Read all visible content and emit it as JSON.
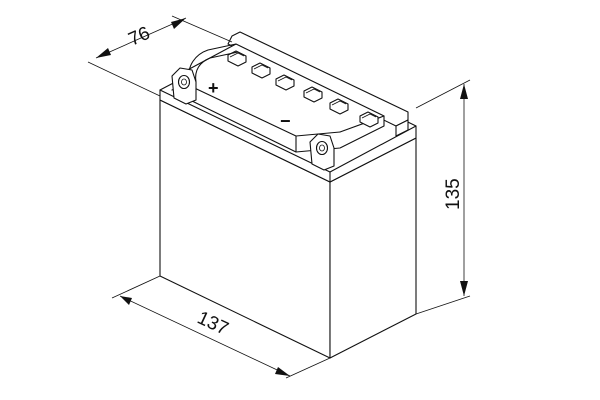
{
  "diagram": {
    "subject": "battery",
    "dimensions": {
      "depth": "76",
      "height": "135",
      "length": "137"
    },
    "terminals": {
      "positive": "+",
      "negative": "−"
    },
    "colors": {
      "outline": "#111111",
      "fill": "#ffffff"
    }
  }
}
